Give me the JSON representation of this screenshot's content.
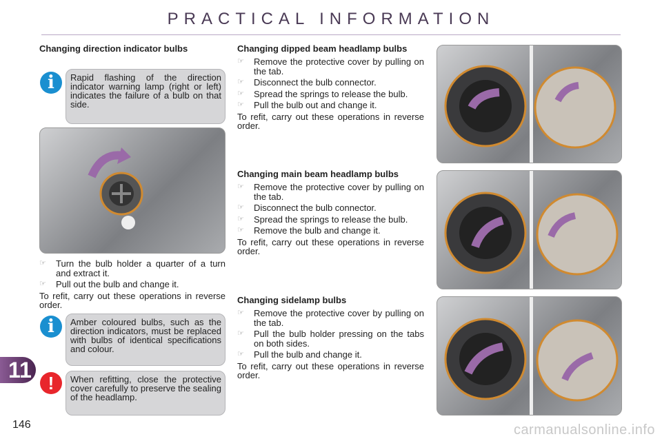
{
  "header": {
    "title": "PRACTICAL INFORMATION"
  },
  "chapter_tab": "11",
  "page_number": "146",
  "watermark": "carmanualsonline.info",
  "left": {
    "heading": "Changing direction indicator bulbs",
    "info1": "Rapid flashing of the direction indicator warning lamp (right or left) indicates the failure of a bulb on that side.",
    "steps": [
      "Turn the bulb holder a quarter of a turn and extract it.",
      "Pull out the bulb and change it."
    ],
    "refit": "To refit, carry out these operations in reverse order.",
    "info2": "Amber coloured bulbs, such as the direction indicators, must be replaced with bulbs of identical specifications and colour.",
    "warning": "When refitting, close the protective cover carefully to preserve the sealing of the headlamp."
  },
  "sections": [
    {
      "heading": "Changing dipped beam headlamp bulbs",
      "steps": [
        "Remove the protective cover by pulling on the tab.",
        "Disconnect the bulb connector.",
        "Spread the springs to release the bulb.",
        "Pull the bulb out and change it."
      ],
      "refit": "To refit, carry out these operations in reverse order."
    },
    {
      "heading": "Changing main beam headlamp bulbs",
      "steps": [
        "Remove the protective cover by pulling on the tab.",
        "Disconnect the bulb connector.",
        "Spread the springs to release the bulb.",
        "Remove the bulb and change it."
      ],
      "refit": "To refit, carry out these operations in reverse order."
    },
    {
      "heading": "Changing sidelamp bulbs",
      "steps": [
        "Remove the protective cover by pulling on the tab.",
        "Pull the bulb holder pressing on the tabs on both sides.",
        "Pull the bulb and change it."
      ],
      "refit": "To refit, carry out these operations in reverse order."
    }
  ],
  "icons": {
    "info": "i",
    "warning": "!",
    "bullet": "☞"
  },
  "colors": {
    "info": "#1a8fd0",
    "warning": "#e8262c",
    "tab": "#6a3a74",
    "arrow": "#9a6aa8",
    "ring": "#d08a30"
  }
}
